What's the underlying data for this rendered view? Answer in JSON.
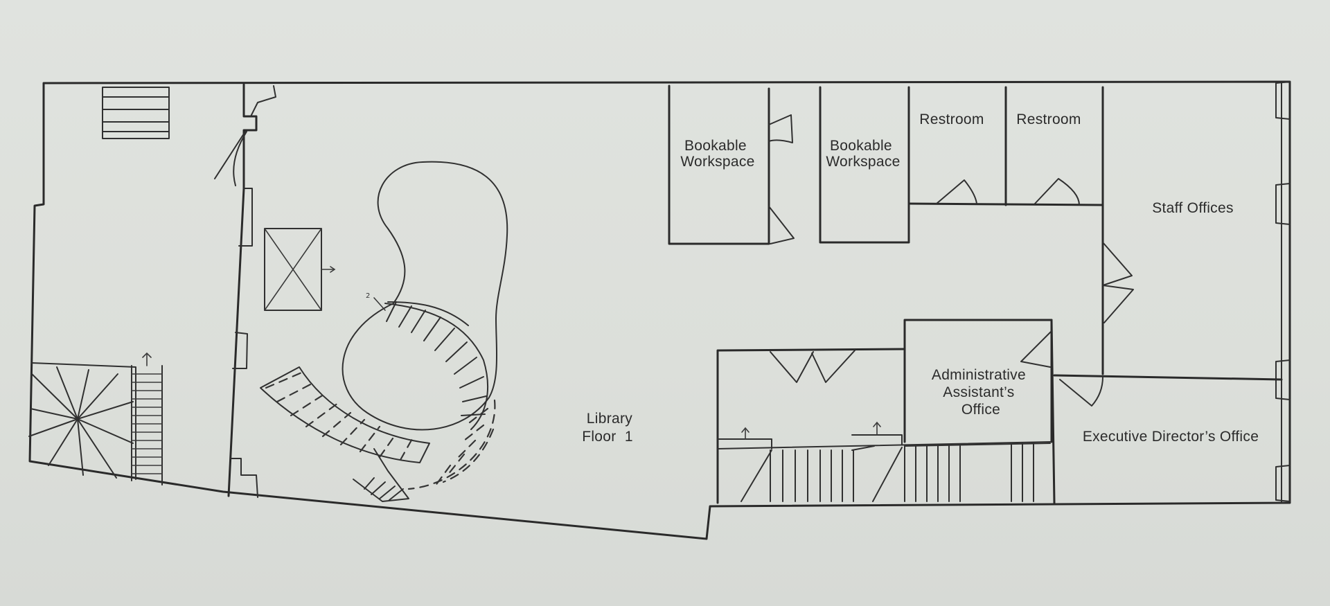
{
  "floor_label": [
    "Library",
    "Floor  1"
  ],
  "rooms": {
    "bookable_workspace_1": [
      "Bookable",
      "Workspace"
    ],
    "bookable_workspace_2": [
      "Bookable",
      "Workspace"
    ],
    "restroom_1": "Restroom",
    "restroom_2": "Restroom",
    "staff_offices": "Staff  Offices",
    "admin_assistant": [
      "Administrative",
      "Assistant’s",
      "Office"
    ],
    "executive_director": "Executive  Director’s  Office"
  },
  "stair_mark": "2"
}
